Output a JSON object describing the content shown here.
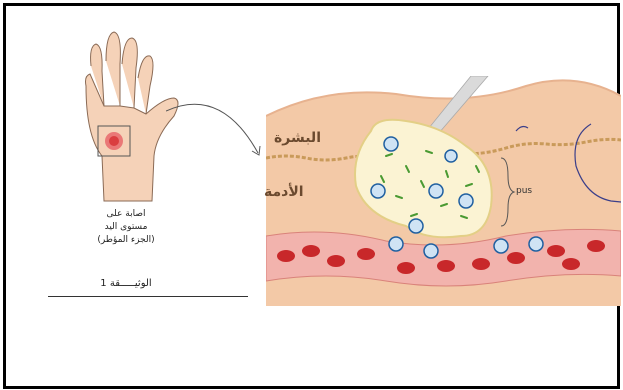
{
  "hand": {
    "caption_lines": [
      "اصابة على",
      "مستوى اليد",
      "(الجزء المؤطر)"
    ]
  },
  "document_label": "الوثيـــــقة 1",
  "tissue": {
    "epidermis_label": "البشرة",
    "dermis_label": "الأدمة",
    "pus_label": "pus"
  },
  "colors": {
    "skin": "#f3c9a7",
    "epidermis_line": "#c99a5a",
    "pus": "#fbf3d3",
    "blood_cell": "#c8282a",
    "vessel": "#f2b3ad",
    "bacteria": "#4a9a32",
    "white_cell": "#1f5fa0"
  }
}
